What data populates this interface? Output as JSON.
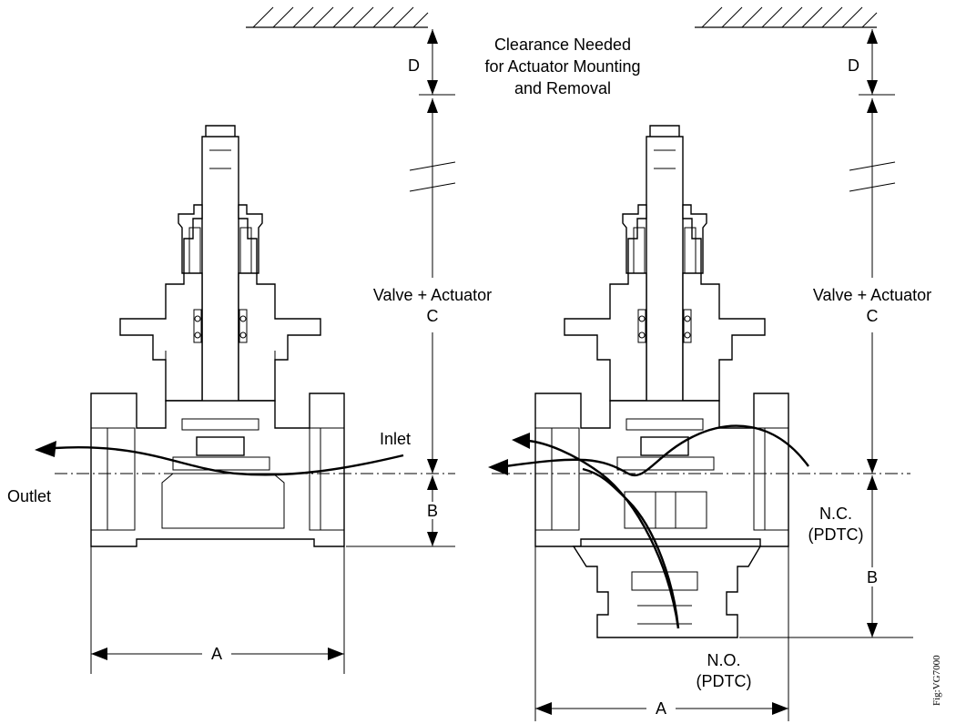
{
  "figure": {
    "clearance_note": [
      "Clearance Needed",
      "for Actuator Mounting",
      "and Removal"
    ],
    "left_valve": {
      "dim_d": "D",
      "dim_c_line1": "Valve + Actuator",
      "dim_c_line2": "C",
      "dim_b": "B",
      "dim_a": "A",
      "inlet_label": "Inlet",
      "outlet_label": "Outlet"
    },
    "right_valve": {
      "dim_d": "D",
      "dim_c_line1": "Valve + Actuator",
      "dim_c_line2": "C",
      "dim_b": "B",
      "dim_a": "A",
      "nc_line1": "N.C.",
      "nc_line2": "(PDTC)",
      "no_line1": "N.O.",
      "no_line2": "(PDTC)"
    },
    "figure_id": "Fig:VG7000"
  }
}
